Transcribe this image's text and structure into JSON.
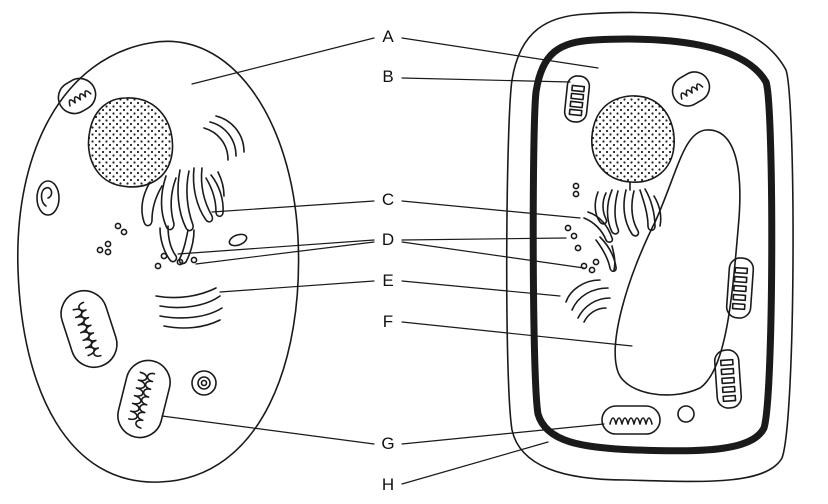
{
  "labels": {
    "a": "A",
    "b": "B",
    "c": "C",
    "d": "D",
    "e": "E",
    "f": "F",
    "g": "G",
    "h": "H"
  },
  "colors": {
    "ink": "#1a1a1a",
    "stipple": "#222222",
    "background": "#ffffff"
  }
}
